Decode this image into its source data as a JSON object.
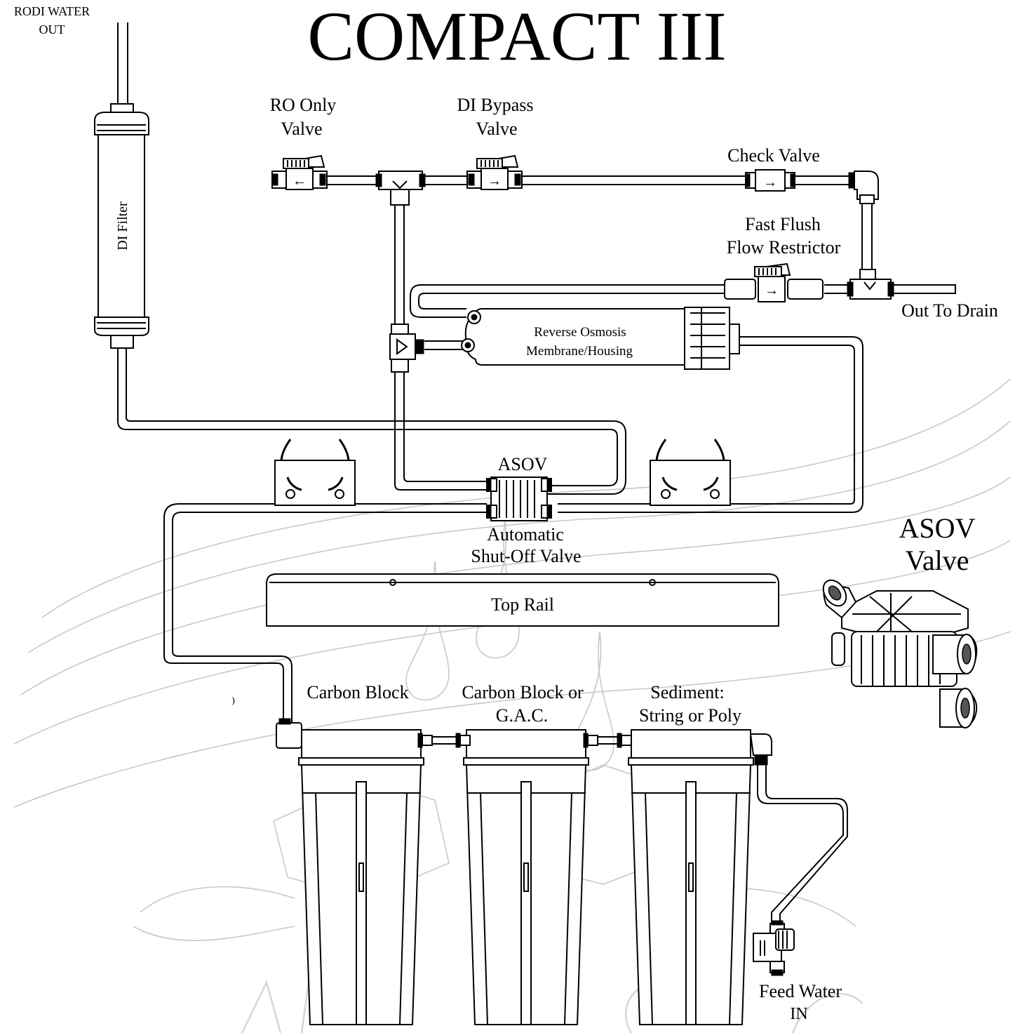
{
  "title": "COMPACT III",
  "labels": {
    "rodi_out_1": "RODI WATER",
    "rodi_out_2": "OUT",
    "ro_only_1": "RO Only",
    "ro_only_2": "Valve",
    "di_bypass_1": "DI Bypass",
    "di_bypass_2": "Valve",
    "check_valve": "Check Valve",
    "fast_flush_1": "Fast Flush",
    "fast_flush_2": "Flow Restrictor",
    "out_to_drain": "Out To Drain",
    "di_filter": "DI Filter",
    "ro_membrane_1": "Reverse Osmosis",
    "ro_membrane_2": "Membrane/Housing",
    "asov": "ASOV",
    "asov_desc_1": "Automatic",
    "asov_desc_2": "Shut-Off Valve",
    "asov_valve_1": "ASOV",
    "asov_valve_2": "Valve",
    "top_rail": "Top Rail",
    "carbon_block": "Carbon Block",
    "carbon_block_gac_1": "Carbon Block or",
    "carbon_block_gac_2": "G.A.C.",
    "sediment_1": "Sediment:",
    "sediment_2": "String or Poly",
    "feed_water_1": "Feed Water",
    "feed_water_2": "IN"
  },
  "icons": [
    "arrow-left-icon",
    "arrow-right-icon",
    "water-drop-icon"
  ],
  "colors": {
    "line": "#000000",
    "watermark": "#c8c8c8",
    "background": "#ffffff"
  }
}
